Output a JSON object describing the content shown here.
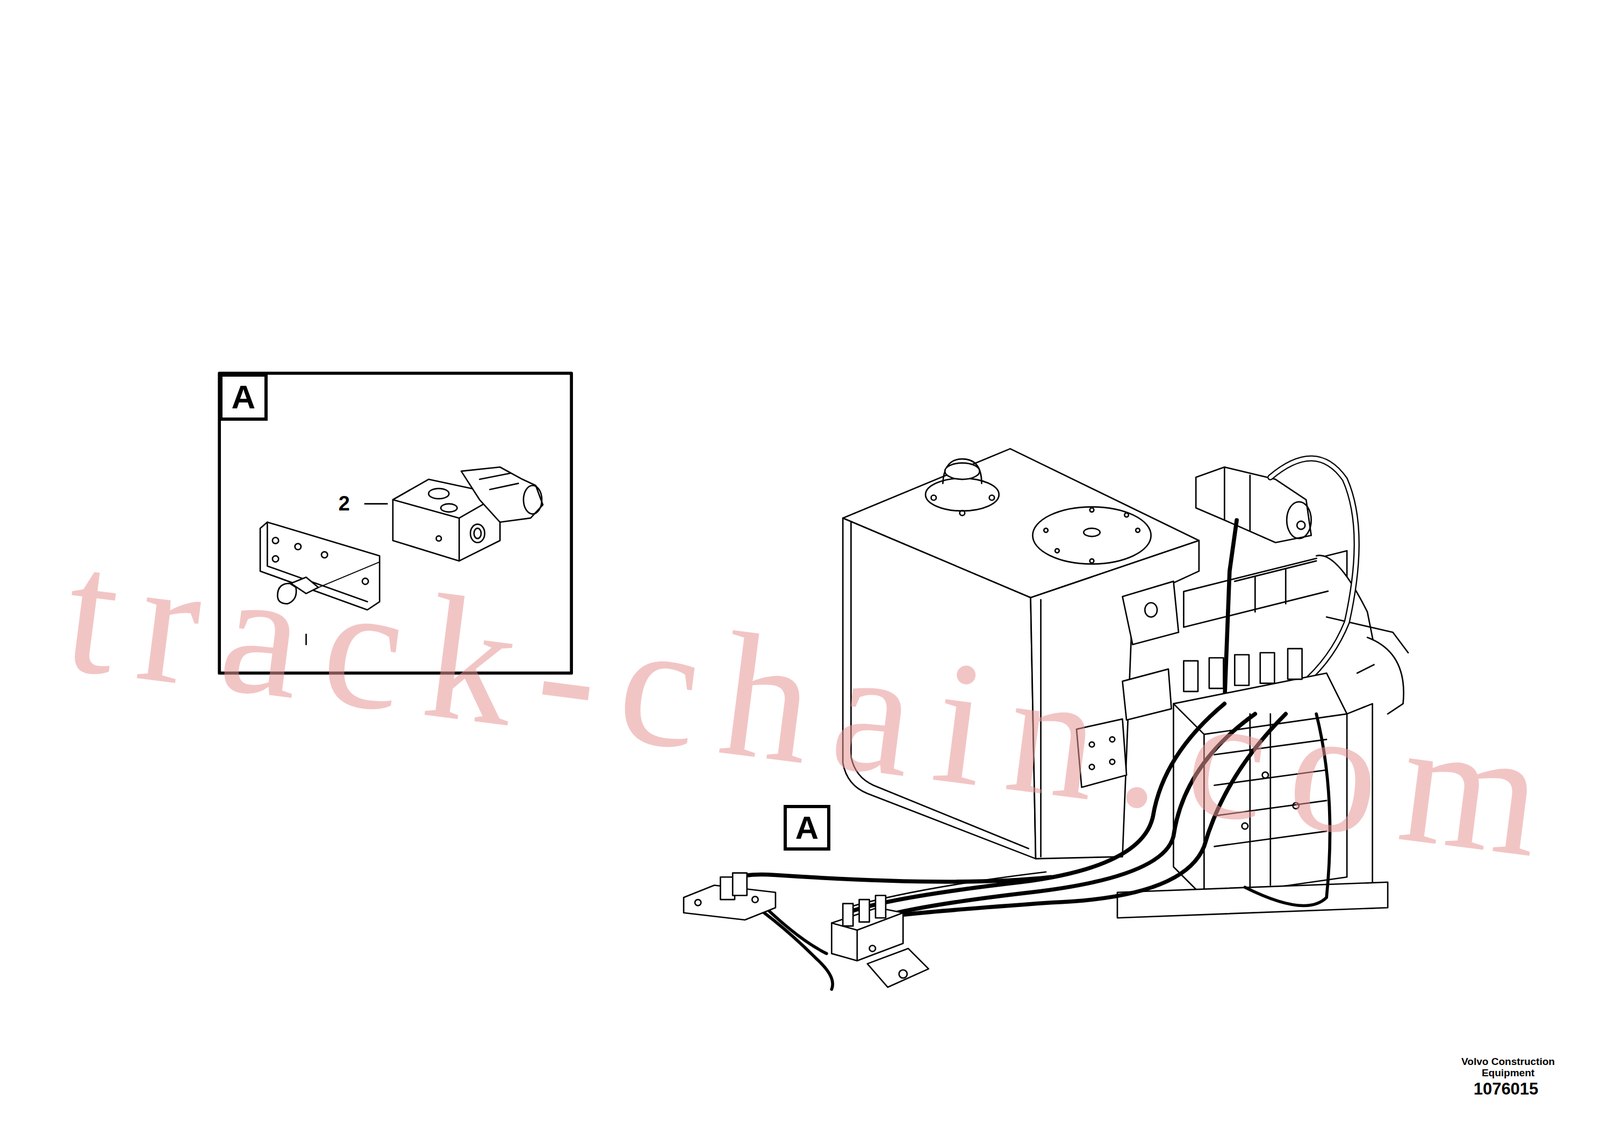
{
  "diagram": {
    "nodes": [
      {
        "text": [
          "A"
        ]
      },
      {
        "text": [
          "A"
        ]
      }
    ],
    "labels": [
      "2",
      "track-chain.com",
      "Volvo Construction Equipment",
      "1076015"
    ]
  }
}
